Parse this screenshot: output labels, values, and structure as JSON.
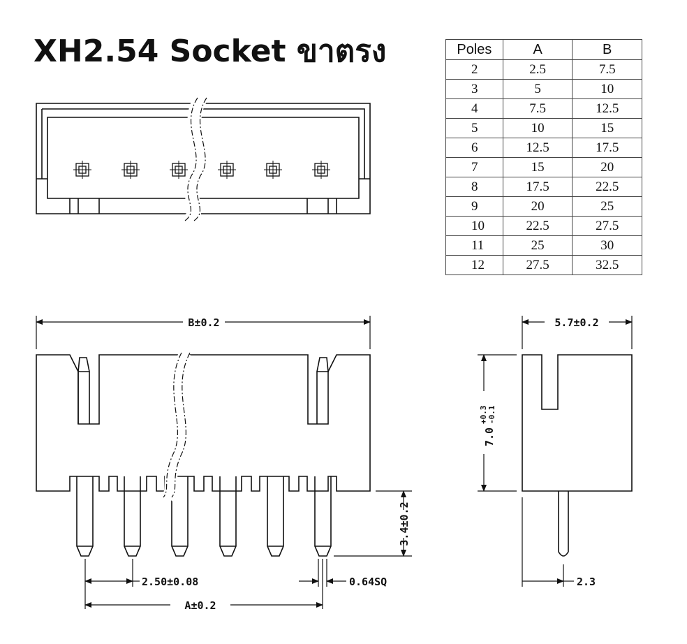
{
  "title": "XH2.54 Socket ขาตรง",
  "table": {
    "headers": [
      "Poles",
      "A",
      "B"
    ],
    "rows": [
      [
        "2",
        "2.5",
        "7.5"
      ],
      [
        "3",
        "5",
        "10"
      ],
      [
        "4",
        "7.5",
        "12.5"
      ],
      [
        "5",
        "10",
        "15"
      ],
      [
        "6",
        "12.5",
        "17.5"
      ],
      [
        "7",
        "15",
        "20"
      ],
      [
        "8",
        "17.5",
        "22.5"
      ],
      [
        "9",
        "20",
        "25"
      ],
      [
        "10",
        "22.5",
        "27.5"
      ],
      [
        "11",
        "25",
        "30"
      ],
      [
        "12",
        "27.5",
        "32.5"
      ]
    ]
  },
  "dimensions": {
    "b_width": "B±0.2",
    "a_width": "A±0.2",
    "pitch": "2.50±0.08",
    "pin_square": "0.64SQ",
    "pin_length": "3.4±0.2",
    "depth": "5.7±0.2",
    "height_main": "7.0",
    "height_tol_plus": "+0.3",
    "height_tol_minus": "-0.1",
    "pin_offset": "2.3"
  }
}
